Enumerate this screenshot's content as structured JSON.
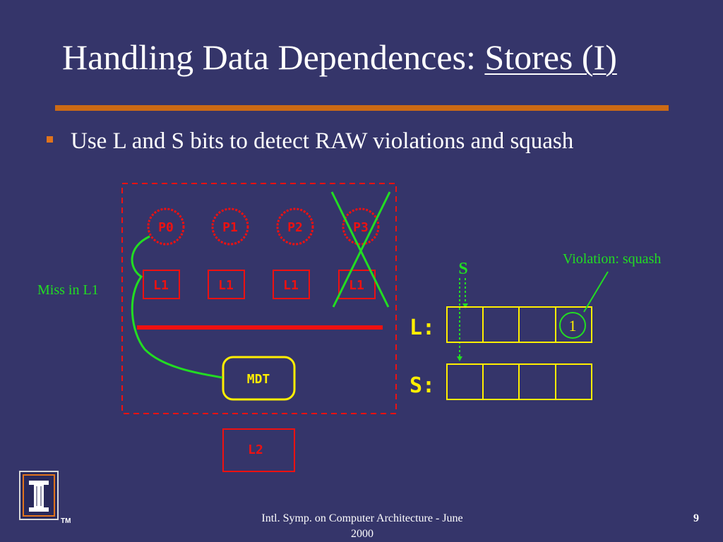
{
  "slide": {
    "title_main": "Handling Data Dependences: ",
    "title_underlined": "Stores (I)",
    "bullet": "Use L and S bits to detect RAW violations and squash",
    "footer_line1": "Intl. Symp. on Computer Architecture - June",
    "footer_line2": "2000",
    "page_number": "9",
    "trademark": "TM"
  },
  "diagram": {
    "processors": [
      "P0",
      "P1",
      "P2",
      "P3"
    ],
    "l1_caches": [
      "L1",
      "L1",
      "L1",
      "L1"
    ],
    "mdt_label": "MDT",
    "l2_label": "L2",
    "miss_label": "Miss in L1",
    "store_marker": "S",
    "violation_label": "Violation: squash",
    "l_row_label": "L:",
    "s_row_label": "S:",
    "l_bits": [
      "",
      "",
      "",
      "1"
    ],
    "s_bits": [
      "",
      "",
      "",
      ""
    ],
    "squashed_processor": "P3"
  },
  "colors": {
    "background": "#35356a",
    "accent_rule": "#cc6a14",
    "red": "#ee1111",
    "green": "#22dd22",
    "yellow": "#ffee00"
  }
}
